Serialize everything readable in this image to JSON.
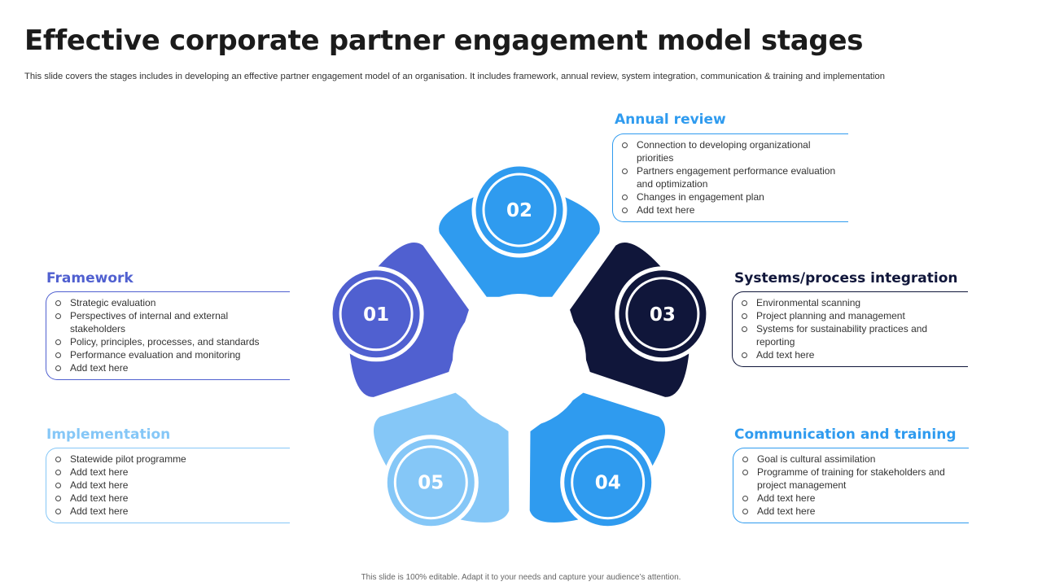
{
  "slide": {
    "title": "Effective corporate partner engagement model stages",
    "subtitle": "This slide covers the stages includes in developing an effective partner engagement model of an organisation. It includes framework, annual review, system integration, communication & training and implementation",
    "footer": "This slide is 100% editable. Adapt it to your needs and capture your audience’s attention."
  },
  "stages": [
    {
      "number": "01",
      "heading": "Framework",
      "color": "#5060D0",
      "items": [
        "Strategic evaluation",
        "Perspectives of internal and external stakeholders",
        "Policy, principles, processes, and standards",
        "Performance evaluation and monitoring",
        "Add text here"
      ]
    },
    {
      "number": "02",
      "heading": "Annual review",
      "color": "#2F9BEF",
      "items": [
        "Connection to developing organizational priorities",
        "Partners engagement performance evaluation and optimization",
        "Changes in engagement plan",
        "Add text here"
      ]
    },
    {
      "number": "03",
      "heading": "Systems/process integration",
      "color": "#10163A",
      "items": [
        "Environmental scanning",
        "Project planning and management",
        "Systems for sustainability practices and reporting",
        "Add text here"
      ]
    },
    {
      "number": "04",
      "heading": "Communication and training",
      "color": "#2F9BEF",
      "items": [
        "Goal is cultural assimilation",
        "Programme of training for stakeholders and project management",
        "Add text here",
        "Add text here"
      ]
    },
    {
      "number": "05",
      "heading": "Implementation",
      "color": "#85C7F7",
      "items": [
        "Statewide pilot programme",
        "Add text here",
        "Add text here",
        "Add text here",
        "Add text here"
      ]
    }
  ]
}
